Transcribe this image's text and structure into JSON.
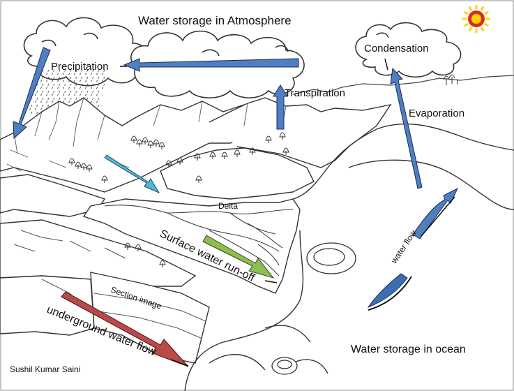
{
  "labels": {
    "atmosphere": "Water storage in Atmosphere",
    "precipitation": "Precipitation",
    "condensation": "Condensation",
    "transpiration": "Transpiration",
    "evaporation": "Evaporation",
    "delta": "Delta",
    "surface_runoff": "Surface water run-off",
    "water_flow": "water flow",
    "section_image": "Section image",
    "underground_flow": "underground water flow",
    "ocean": "Water storage in ocean",
    "author": "Sushil Kumar Saini"
  },
  "colors": {
    "arrow_blue": "#4f7fc0",
    "arrow_cyan": "#4fb6d6",
    "arrow_green": "#8ebd52",
    "arrow_red": "#b94a4a",
    "sun_red": "#e02a1c",
    "sun_yellow": "#ffd500",
    "outline": "#333333"
  }
}
